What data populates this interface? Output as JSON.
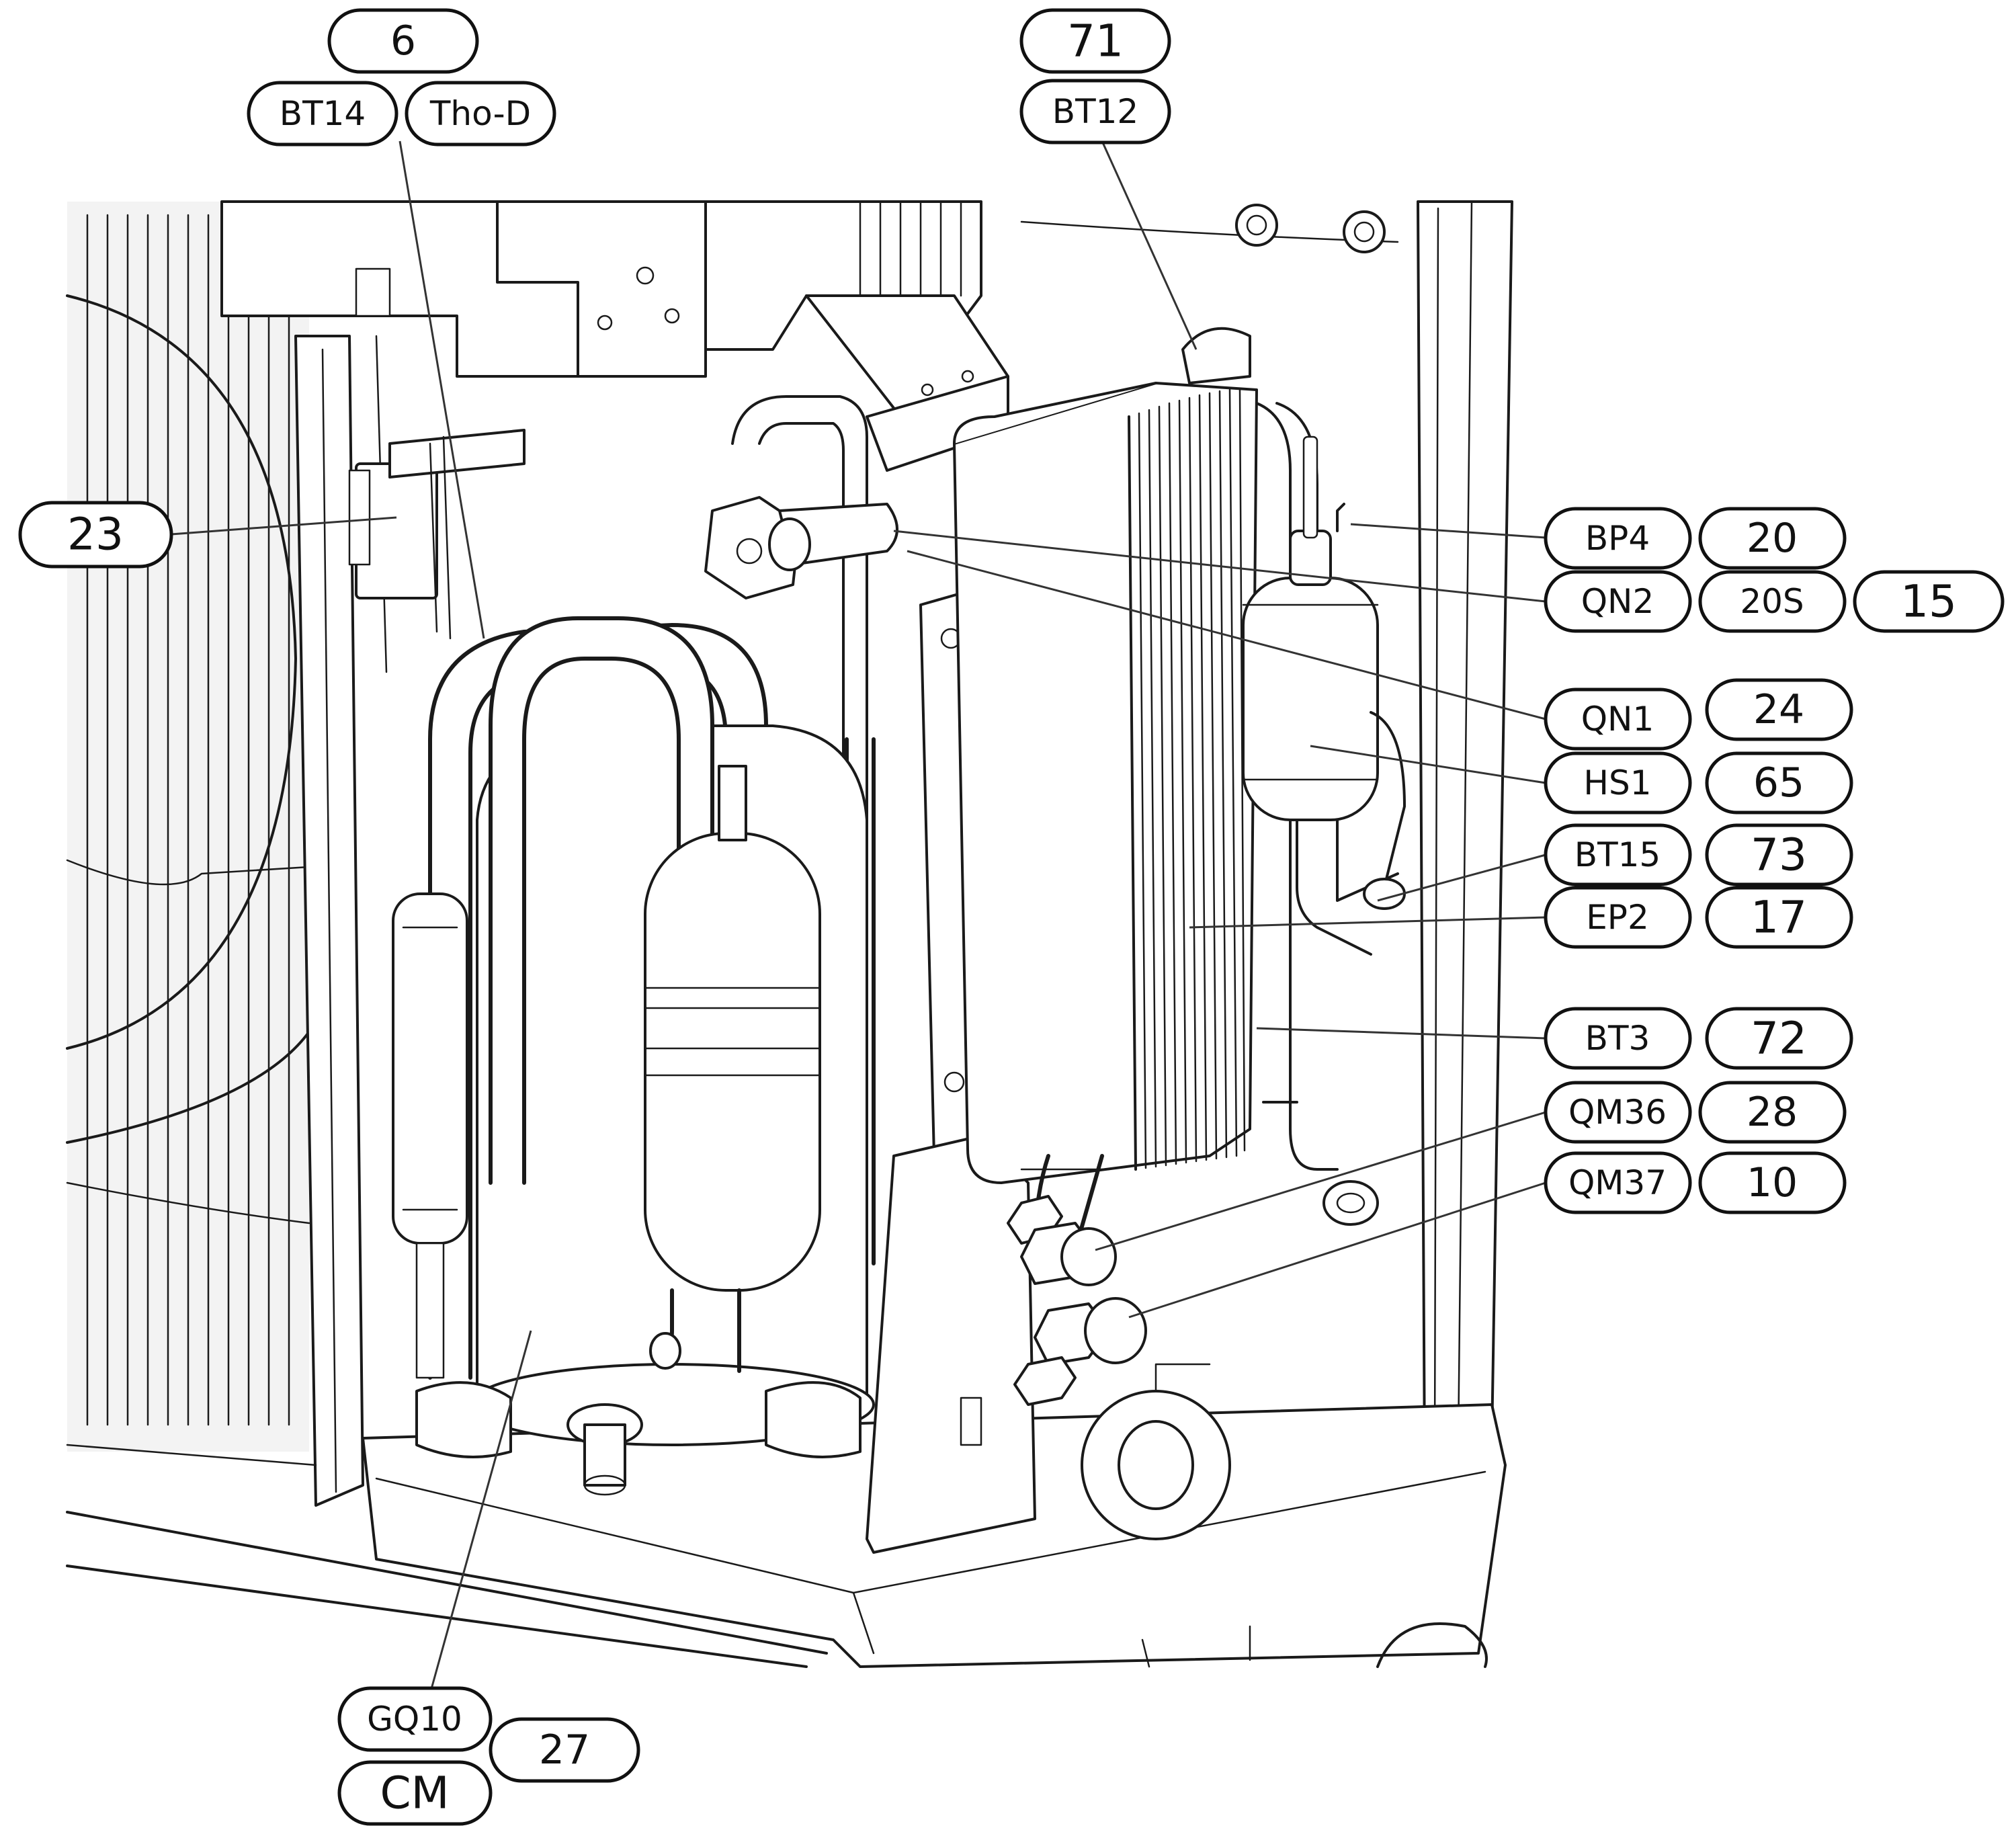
{
  "callouts": {
    "c_6": "6",
    "c_bt14": "BT14",
    "c_thod": "Tho-D",
    "c_71": "71",
    "c_bt12": "BT12",
    "c_23": "23",
    "c_bp4": "BP4",
    "c_20": "20",
    "c_qn2": "QN2",
    "c_20s": "20S",
    "c_15": "15",
    "c_qn1": "QN1",
    "c_24": "24",
    "c_hs1": "HS1",
    "c_65": "65",
    "c_bt15": "BT15",
    "c_73": "73",
    "c_ep2": "EP2",
    "c_17": "17",
    "c_bt3": "BT3",
    "c_72": "72",
    "c_qm36": "QM36",
    "c_28": "28",
    "c_qm37": "QM37",
    "c_10": "10",
    "c_gq10": "GQ10",
    "c_27": "27",
    "c_cm": "CM"
  },
  "colors": {
    "line": "#1a1a1a",
    "background": "#ffffff"
  }
}
